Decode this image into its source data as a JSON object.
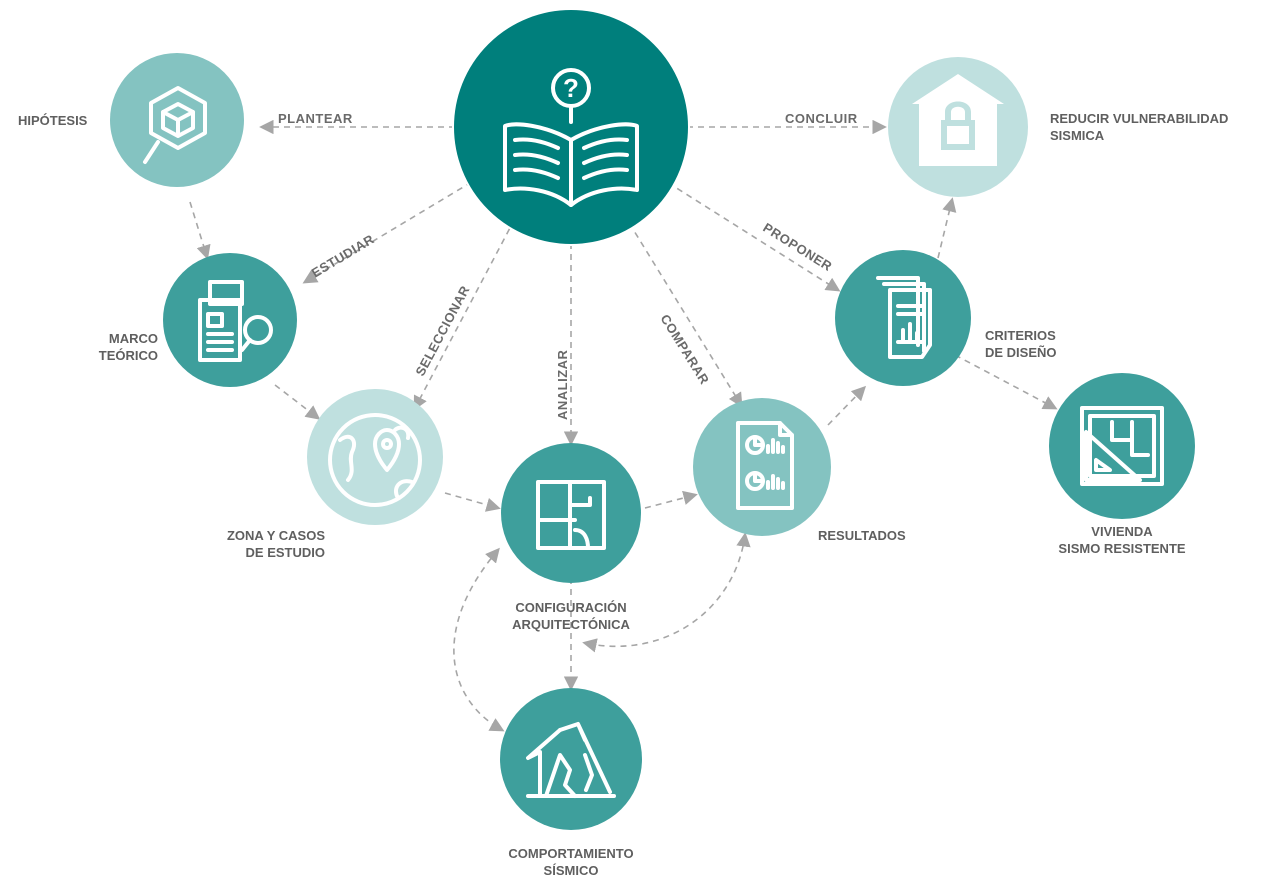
{
  "colors": {
    "center": "#007f7c",
    "dark_teal": "#3e9f9c",
    "medium_teal": "#84c3c1",
    "light_teal": "#bfe0df",
    "edge": "#a6a6a6",
    "text": "#5f5f5f"
  },
  "nodes": {
    "center": {
      "icon": "open-book-question-icon"
    },
    "hipotesis": {
      "label": [
        "HIPÓTESIS"
      ],
      "icon": "magnifier-cube-icon"
    },
    "marco": {
      "label": [
        "MARCO",
        "TEÓRICO"
      ],
      "icon": "document-magnifier-icon"
    },
    "zona": {
      "label": [
        "ZONA Y CASOS",
        "DE ESTUDIO"
      ],
      "icon": "globe-location-icon"
    },
    "configuracion": {
      "label": [
        "CONFIGURACIÓN",
        "ARQUITECTÓNICA"
      ],
      "icon": "floor-plan-icon"
    },
    "resultados": {
      "label": [
        "RESULTADOS"
      ],
      "icon": "report-charts-icon"
    },
    "criterios": {
      "label": [
        "CRITERIOS",
        "DE DISEÑO"
      ],
      "icon": "document-stack-icon"
    },
    "reducir": {
      "label": [
        "REDUCIR VULNERABILIDAD",
        "SISMICA"
      ],
      "icon": "house-lock-icon"
    },
    "vivienda": {
      "label": [
        "VIVIENDA",
        "SISMO RESISTENTE"
      ],
      "icon": "blueprint-square-icon"
    },
    "comportamiento": {
      "label": [
        "COMPORTAMIENTO",
        "SÍSMICO"
      ],
      "icon": "collapsed-building-icon"
    }
  },
  "edges": {
    "plantear": "PLANTEAR",
    "estudiar": "ESTUDIAR",
    "seleccionar": "SELECCIONAR",
    "analizar": "ANALIZAR",
    "comparar": "COMPARAR",
    "proponer": "PROPONER",
    "concluir": "CONCLUIR"
  }
}
